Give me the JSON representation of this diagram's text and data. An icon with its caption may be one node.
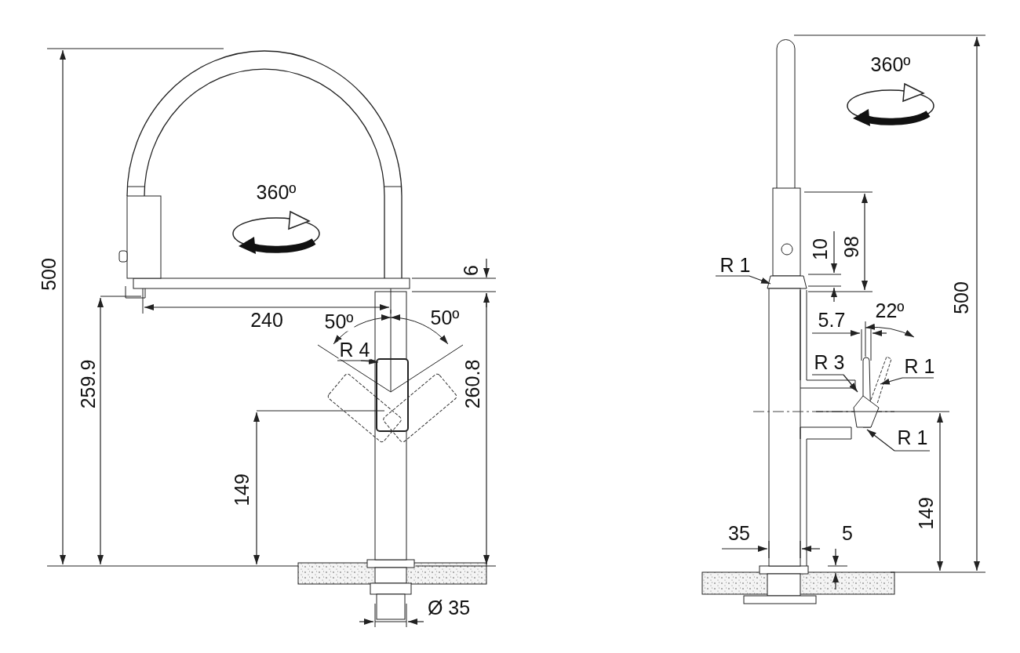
{
  "diagram": {
    "labels": [
      "500",
      "360º",
      "6",
      "240",
      "50º",
      "50º",
      "R 4",
      "259.9",
      "260.8",
      "149",
      "Ø 35",
      "360º",
      "500",
      "10",
      "98",
      "R 1",
      "22º",
      "5.7",
      "R 3",
      "R 1",
      "R 1",
      "149",
      "35",
      "5"
    ]
  }
}
